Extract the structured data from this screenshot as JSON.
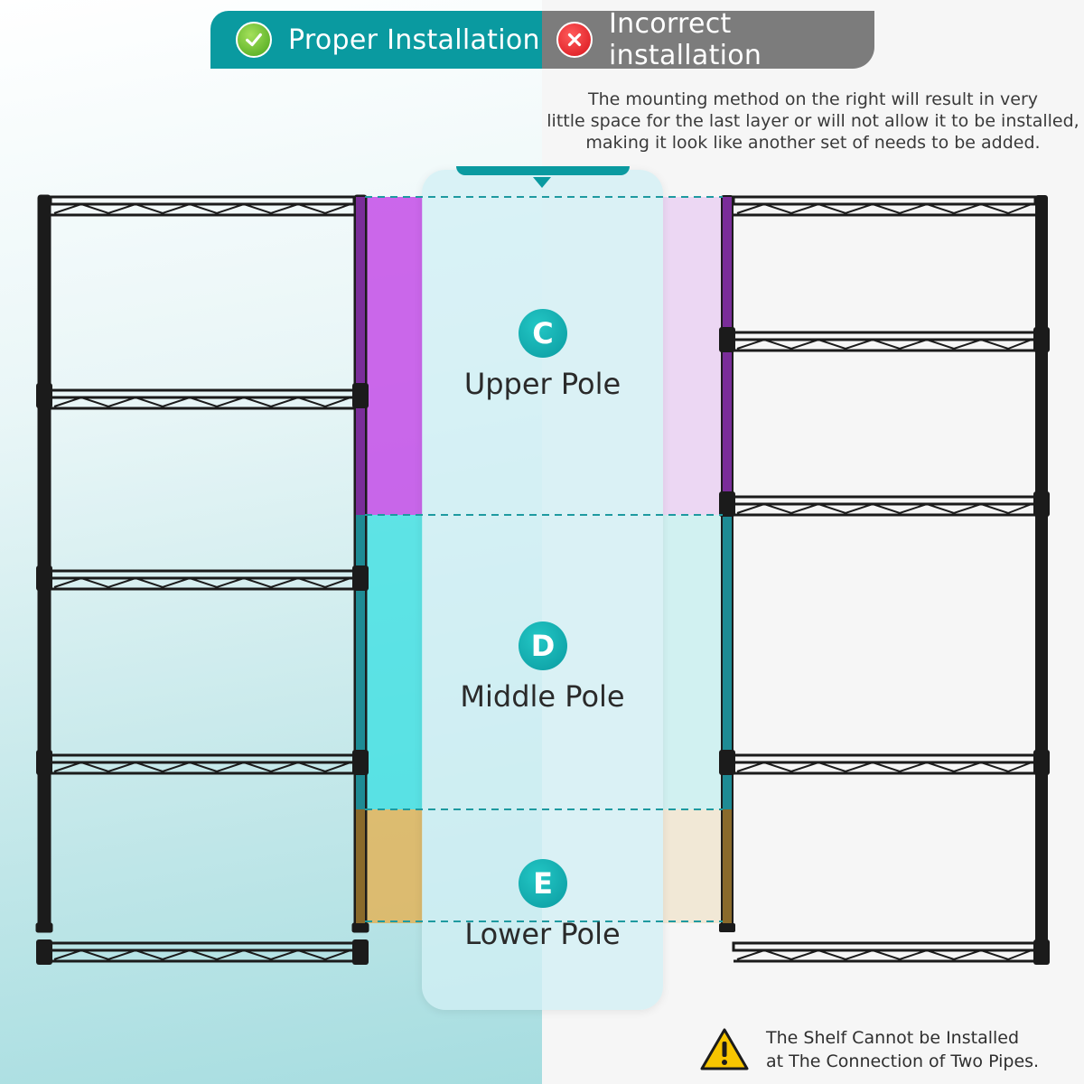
{
  "header": {
    "proper_label": "Proper Installation",
    "incorrect_label": "Incorrect installation"
  },
  "note": {
    "line1": "The mounting method on the right will result in very",
    "line2": "little space for the last layer or will not allow it to be installed,",
    "line3": "making it look like another set of needs to be added."
  },
  "poles": {
    "upper": {
      "letter": "C",
      "label": "Upper Pole",
      "color": "#c44ee8"
    },
    "middle": {
      "letter": "D",
      "label": "Middle Pole",
      "color": "#3fe0e2"
    },
    "lower": {
      "letter": "E",
      "label": "Lower Pole",
      "color": "#e2b45a"
    }
  },
  "warning": {
    "line1": "The Shelf Cannot be Installed",
    "line2": "at The Connection of Two Pipes."
  },
  "colors": {
    "accent": "#0a9aa0",
    "incorrect": "#7c7c7c",
    "frame": "#1b1b1b"
  },
  "icons": {
    "proper": "check-icon",
    "incorrect": "cross-icon",
    "warning": "warning-icon"
  }
}
